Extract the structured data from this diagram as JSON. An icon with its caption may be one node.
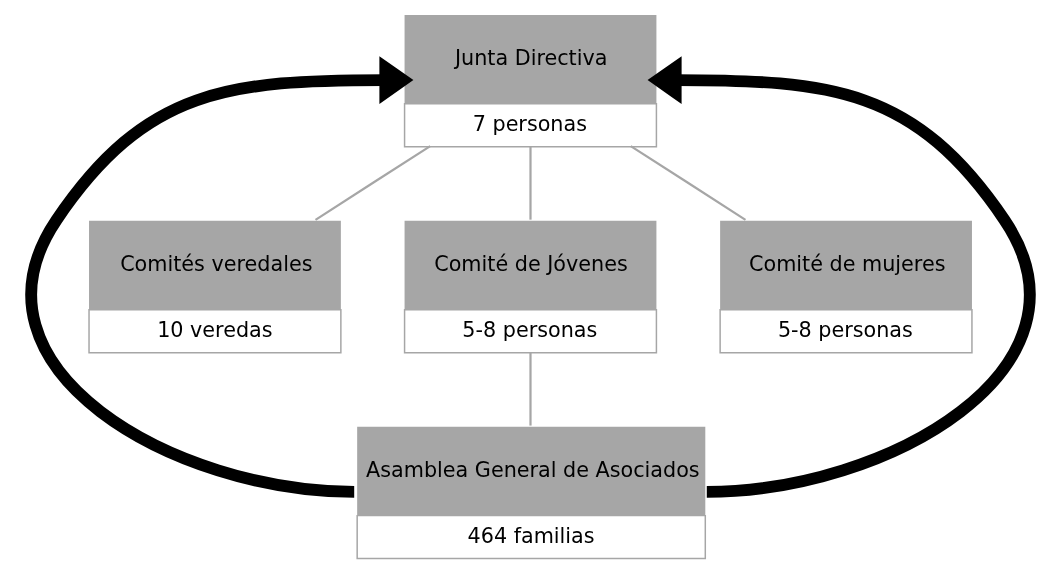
{
  "diagram": {
    "nodes": [
      {
        "text": [
          "Junta Directiva",
          "7 personas"
        ]
      },
      {
        "text": [
          "Comités veredales",
          "10 veredas"
        ]
      },
      {
        "text": [
          "Comité de Jóvenes",
          "5-8 personas"
        ]
      },
      {
        "text": [
          "Comité de mujeres",
          "5-8 personas"
        ]
      },
      {
        "text": [
          "Asamblea General de Asociados",
          "464 familias"
        ]
      }
    ],
    "edges": [
      {
        "from": 0,
        "to": 1,
        "arrow": "none"
      },
      {
        "from": 0,
        "to": 2,
        "arrow": "none"
      },
      {
        "from": 0,
        "to": 3,
        "arrow": "none"
      },
      {
        "from": 2,
        "to": 4,
        "arrow": "none"
      },
      {
        "from": 4,
        "to": 0,
        "arrow": "to",
        "style": "thick",
        "color": "#000000"
      },
      {
        "from": 4,
        "to": 0,
        "arrow": "to",
        "style": "thick",
        "color": "#000000"
      }
    ]
  }
}
